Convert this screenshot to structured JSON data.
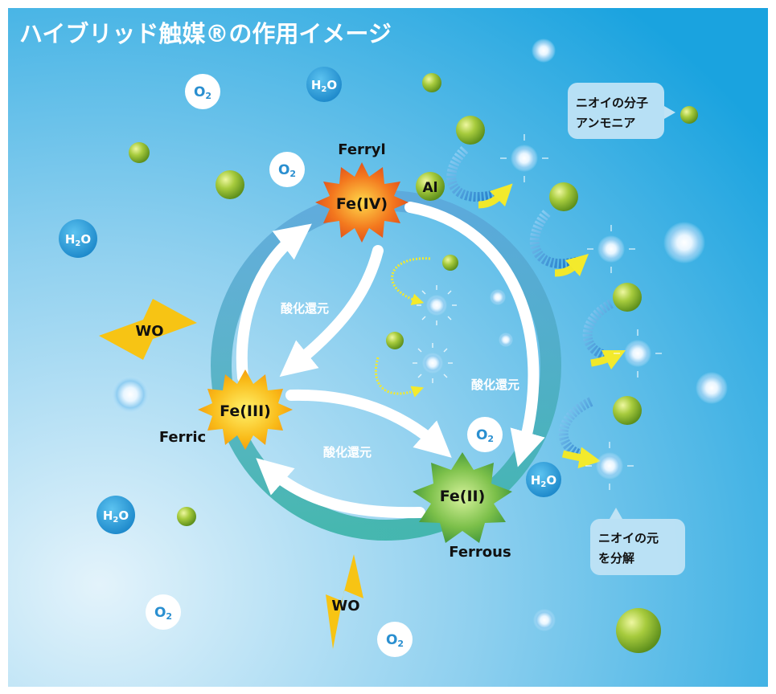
{
  "title": "ハイブリッド触媒®の作用イメージ",
  "states": {
    "ferryl": {
      "name": "Ferryl",
      "formula": "Fe(IV)"
    },
    "ferric": {
      "name": "Ferric",
      "formula": "Fe(III)"
    },
    "ferrous": {
      "name": "Ferrous",
      "formula": "Fe(II)"
    }
  },
  "cycle_label": "酸化還元",
  "molecules": {
    "o2_main": "O",
    "o2_sub": "2",
    "h2o_h": "H",
    "h2o_2": "2",
    "h2o_o": "O",
    "wo": "WO",
    "al": "Al"
  },
  "callouts": {
    "odor_molecule": {
      "line1": "ニオイの分子",
      "line2": "アンモニア"
    },
    "decompose": {
      "line1": "ニオイの元",
      "line2": "を分解"
    }
  },
  "colors": {
    "bg_light": "#cdeaf7",
    "bg_mid": "#7fc8ec",
    "bg_dark": "#29a9e0",
    "ring": "#2b9ad0",
    "ring_teal": "#3bb3a8",
    "ferryl_star": "#e8501c",
    "ferric_star": "#f6a10f",
    "ferrous_star": "#3f9a36",
    "green_ball": "#9cc33a",
    "bolt": "#f7c414",
    "yellow_arrow": "#f1e82a"
  }
}
